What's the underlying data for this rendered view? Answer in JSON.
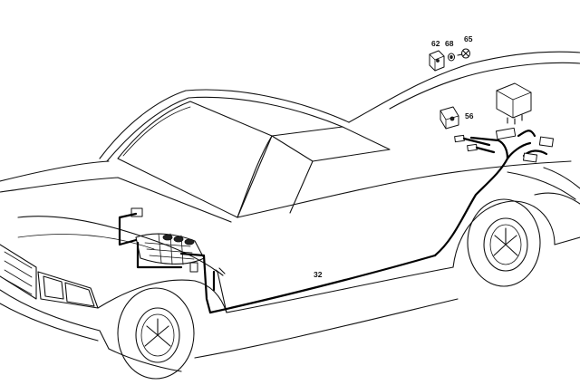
{
  "diagram": {
    "callouts": {
      "c62": "62",
      "c68": "68",
      "c65": "65",
      "c56": "56",
      "c32": "32"
    }
  }
}
